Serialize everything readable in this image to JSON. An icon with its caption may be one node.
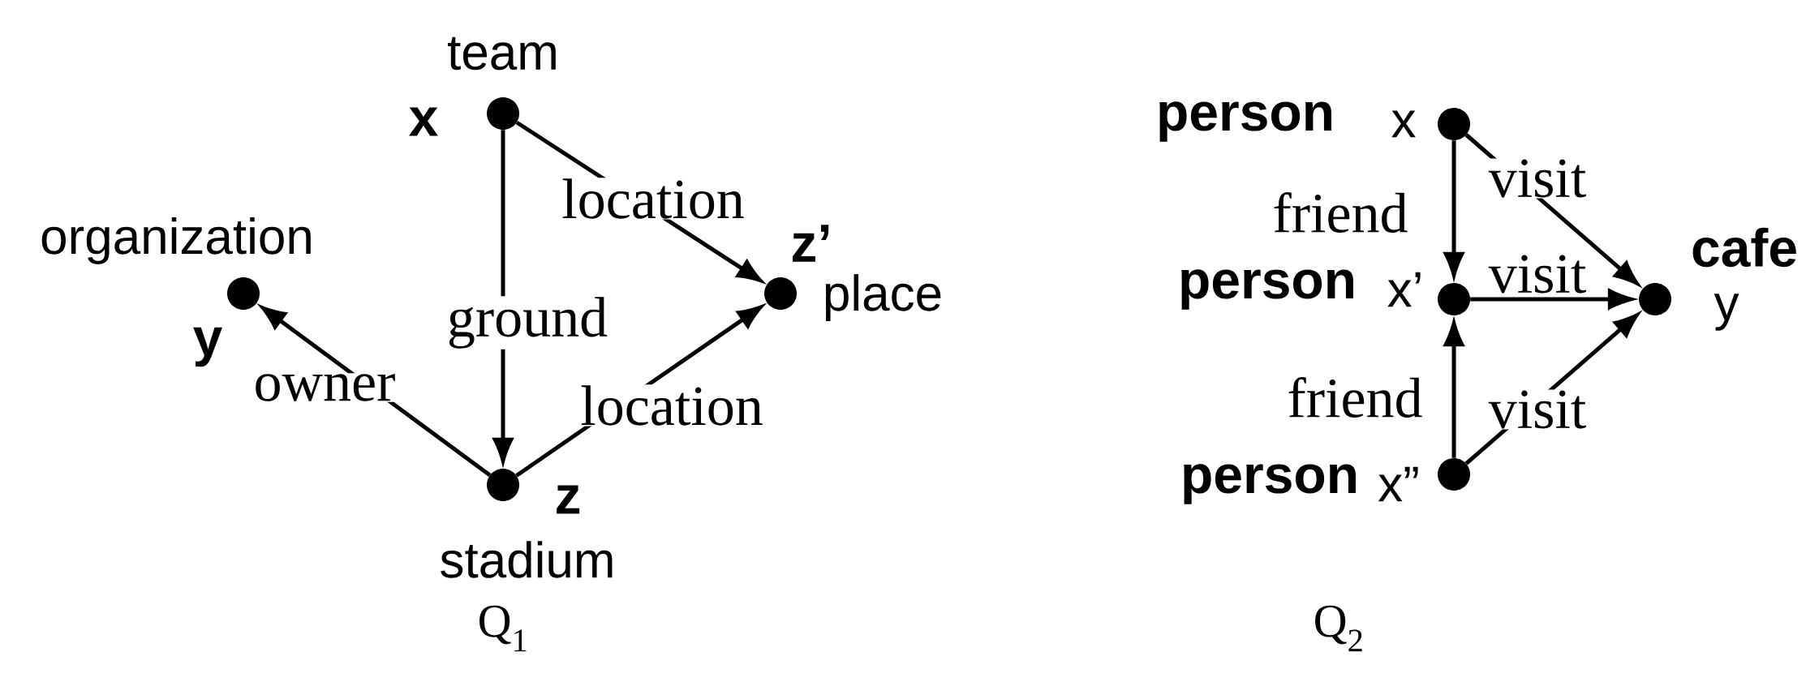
{
  "diagram": {
    "nodes": [
      {
        "text": [],
        "shape": "circle",
        "beside": [
          "team",
          "x"
        ]
      },
      {
        "text": [],
        "shape": "circle",
        "beside": [
          "organization",
          "y"
        ]
      },
      {
        "text": [],
        "shape": "circle",
        "beside": [
          "z’",
          "place"
        ]
      },
      {
        "text": [],
        "shape": "circle",
        "beside": [
          "z",
          "stadium"
        ]
      },
      {
        "text": [],
        "shape": "circle",
        "beside": [
          "person",
          "x"
        ]
      },
      {
        "text": [],
        "shape": "circle",
        "beside": [
          "person",
          "x’"
        ]
      },
      {
        "text": [],
        "shape": "circle",
        "beside": [
          "person",
          "x”"
        ]
      },
      {
        "text": [],
        "shape": "circle",
        "beside": [
          "cafe",
          "y"
        ]
      }
    ],
    "edges": [
      {
        "from": 0,
        "to": 2,
        "arrow": "to",
        "label": "location"
      },
      {
        "from": 0,
        "to": 3,
        "arrow": "to",
        "label": "ground"
      },
      {
        "from": 3,
        "to": 1,
        "arrow": "to",
        "label": "owner"
      },
      {
        "from": 3,
        "to": 2,
        "arrow": "to",
        "label": "location"
      },
      {
        "from": 4,
        "to": 7,
        "arrow": "to",
        "label": "visit"
      },
      {
        "from": 4,
        "to": 5,
        "arrow": "to",
        "label": "friend"
      },
      {
        "from": 5,
        "to": 7,
        "arrow": "to",
        "label": "visit"
      },
      {
        "from": 6,
        "to": 5,
        "arrow": "to",
        "label": "friend"
      },
      {
        "from": 6,
        "to": 7,
        "arrow": "to",
        "label": "visit"
      }
    ],
    "labels": [
      "Q$_{1}$",
      "Q$_{2}$"
    ]
  }
}
